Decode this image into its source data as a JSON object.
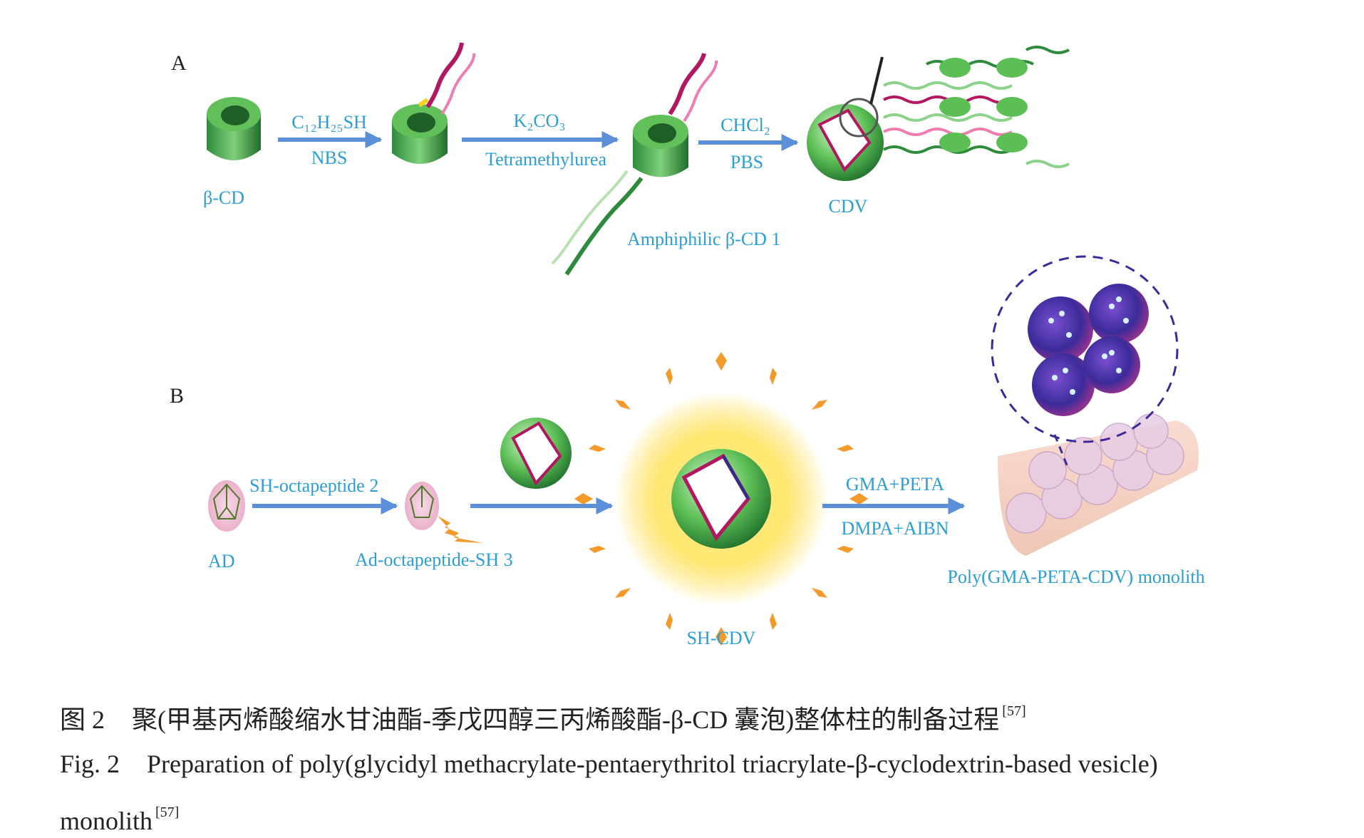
{
  "figure": {
    "panel_a": {
      "label": "A",
      "beta_cd": "β-CD",
      "step1_top": "C₁₂H₂₅SH",
      "step1_bottom": "NBS",
      "step2_top": "K₂CO₃",
      "step2_bottom": "Tetramethylurea",
      "amphiphilic": "Amphiphilic β-CD 1",
      "step3_top": "CHCl₂",
      "step3_bottom": "PBS",
      "cdv": "CDV"
    },
    "panel_b": {
      "label": "B",
      "ad": "AD",
      "step1_top": "SH-octapeptide 2",
      "ad_octapeptide": "Ad-octapeptide-SH 3",
      "sh_cdv": "SH-CDV",
      "step3_top": "GMA+PETA",
      "step3_bottom": "DMPA+AIBN",
      "monolith": "Poly(GMA-PETA-CDV) monolith"
    }
  },
  "caption": {
    "cn_lead": "图 2",
    "cn_text": "聚(甲基丙烯酸缩水甘油酯-季戊四醇三丙烯酸酯-β-CD 囊泡)整体柱的制备过程",
    "cn_ref": "[57]",
    "en_lead": "Fig. 2",
    "en_text": "Preparation of poly(glycidyl methacrylate-pentaerythritol triacrylate-β-cyclodextrin-based vesicle)",
    "en_text_line2": "monolith",
    "en_ref": "[57]"
  }
}
